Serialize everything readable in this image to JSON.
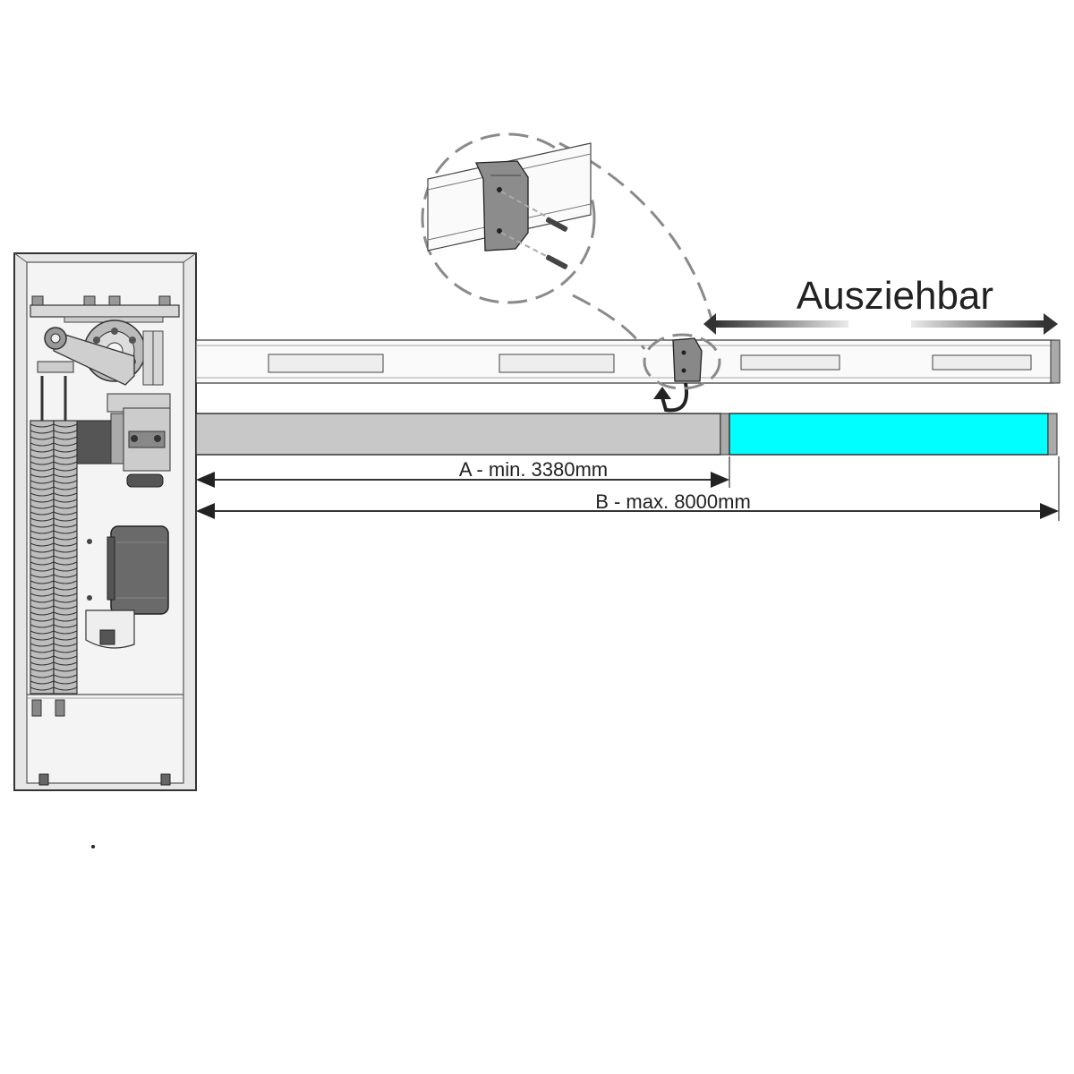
{
  "labels": {
    "extendable": "Ausziehbar",
    "dim_a": "A - min. 3380mm",
    "dim_b": "B - max. 8000mm"
  },
  "colors": {
    "fixed_boom": "#c8c8c8",
    "extension_boom": "#00ffff",
    "outline": "#333333",
    "dashed_callout": "#888888",
    "arrow": "#333333"
  },
  "icons": {
    "detail": "magnifier-callout",
    "rotate": "curved-arrow-icon",
    "bolt": "bolt-icon"
  }
}
